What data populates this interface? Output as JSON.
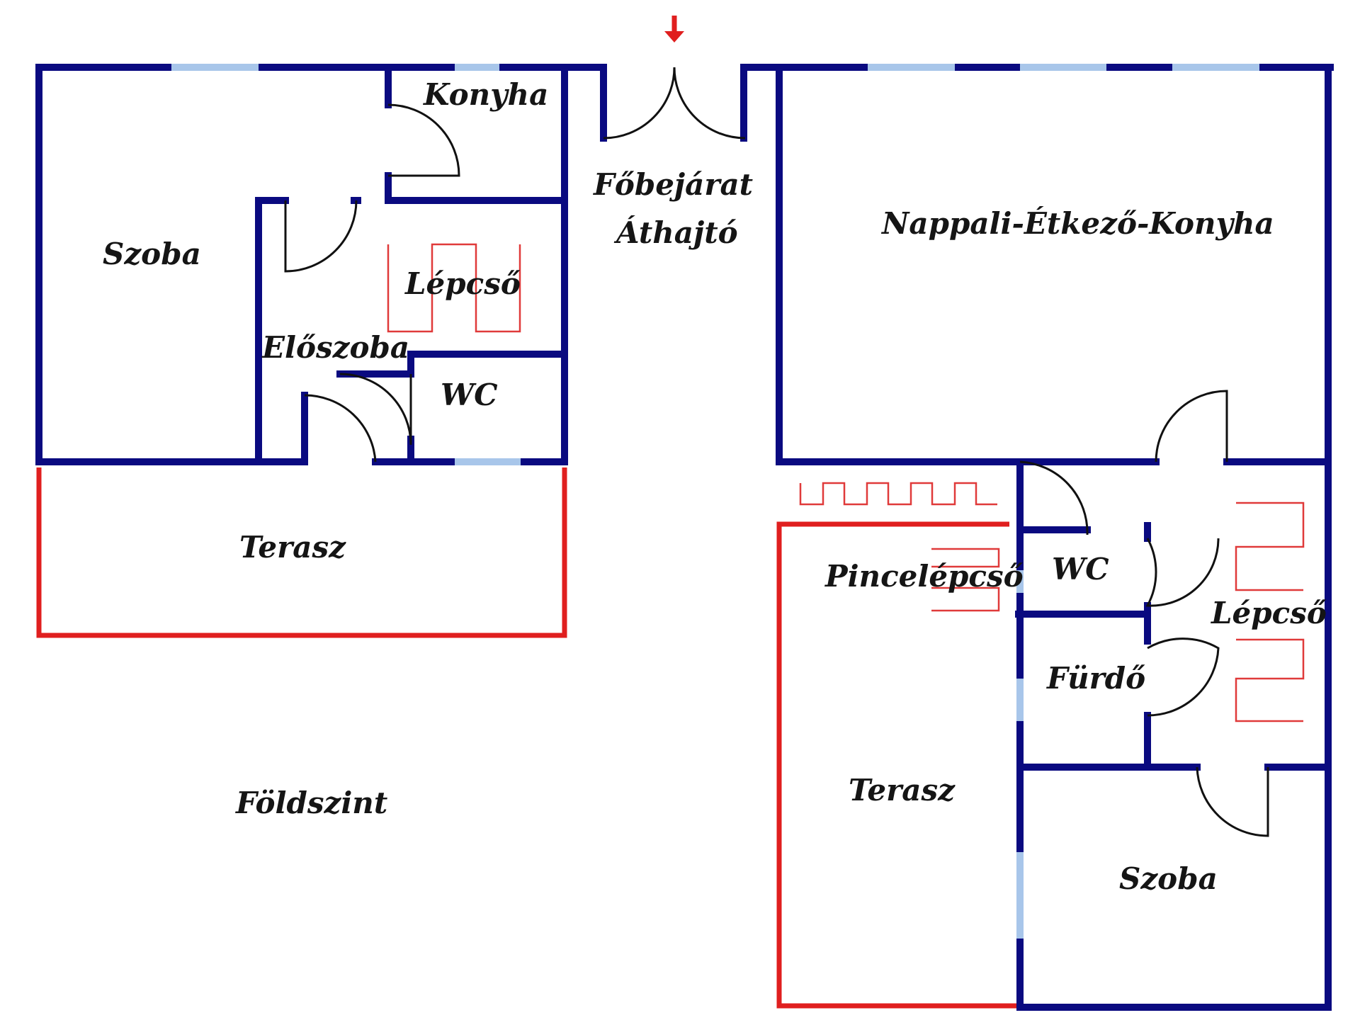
{
  "floor_label": "Földszint",
  "colors": {
    "wall": "#0a0a80",
    "window": "#a8c6ea",
    "terrace": "#e01f1f",
    "stairs": "#e03a3a",
    "entrance_arrow": "#e01f1f"
  },
  "left_unit": {
    "room": "Szoba",
    "kitchen": "Konyha",
    "stairs": "Lépcső",
    "hall": "Előszoba",
    "wc": "WC",
    "terrace": "Terasz"
  },
  "entrance": {
    "main": "Főbejárat",
    "passage": "Áthajtó"
  },
  "right_unit": {
    "living": "Nappali-Étkező-Konyha",
    "cellar_stairs": "Pincelépcső",
    "wc": "WC",
    "stairs": "Lépcső",
    "bathroom": "Fürdő",
    "terrace": "Terasz",
    "room": "Szoba"
  }
}
